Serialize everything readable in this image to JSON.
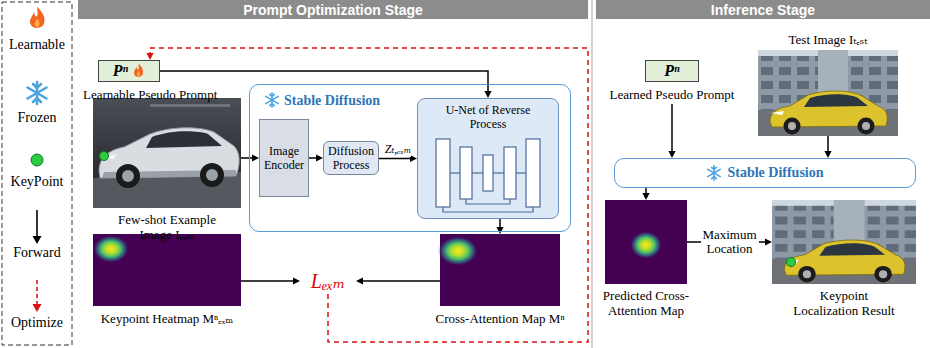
{
  "diagram": {
    "nodes": [
      {
        "text": [
          "Prompt Optimization Stage"
        ]
      },
      {
        "text": [
          "Pⁿ",
          "Learnable Pseudo Prompt"
        ]
      },
      {
        "text": [
          "Few-shot Example Image Iₑₓₘ"
        ]
      },
      {
        "text": [
          "Stable Diffusion"
        ]
      },
      {
        "text": [
          "Image Encoder"
        ],
        "in": 3
      },
      {
        "text": [
          "Diffusion Process"
        ],
        "in": 3
      },
      {
        "text": [
          "U-Net of Reverse Process"
        ],
        "in": 3
      },
      {
        "text": [
          "Keypoint Heatmap Mⁿₑₓₘ"
        ]
      },
      {
        "text": [
          "Lₑₓₘ"
        ]
      },
      {
        "text": [
          "Cross-Attention Map Mⁿ"
        ]
      },
      {
        "text": [
          "Inference Stage"
        ]
      },
      {
        "text": [
          "Pⁿ",
          "Learned Pseudo Prompt"
        ]
      },
      {
        "text": [
          "Test Image Iₜₑₛₜ"
        ]
      },
      {
        "text": [
          "Stable Diffusion"
        ]
      },
      {
        "text": [
          "Predicted Cross-Attention Map"
        ]
      },
      {
        "text": [
          "Keypoint Localization Result"
        ]
      }
    ],
    "edges": [
      {
        "from": 1,
        "to": 6,
        "arrow": "to"
      },
      {
        "from": 2,
        "to": 4,
        "arrow": "to"
      },
      {
        "from": 4,
        "to": 5,
        "arrow": "to"
      },
      {
        "from": 5,
        "to": 6,
        "label": "Zₜ,ₑₓₘ",
        "arrow": "to"
      },
      {
        "from": 6,
        "to": 9,
        "arrow": "to"
      },
      {
        "from": 7,
        "to": 8,
        "arrow": "to"
      },
      {
        "from": 9,
        "to": 8,
        "arrow": "to"
      },
      {
        "from": 8,
        "to": 1,
        "arrow": "to"
      },
      {
        "from": 11,
        "to": 13,
        "arrow": "to"
      },
      {
        "from": 12,
        "to": 13,
        "arrow": "to"
      },
      {
        "from": 13,
        "to": 14,
        "arrow": "to"
      },
      {
        "from": 14,
        "to": 15,
        "label": "Maximum Location",
        "arrow": "to"
      }
    ],
    "legend": [
      {
        "text": "Learnable"
      },
      {
        "text": "Frozen"
      },
      {
        "text": "KeyPoint"
      },
      {
        "text": "Forward"
      },
      {
        "text": "Optimize"
      }
    ]
  }
}
